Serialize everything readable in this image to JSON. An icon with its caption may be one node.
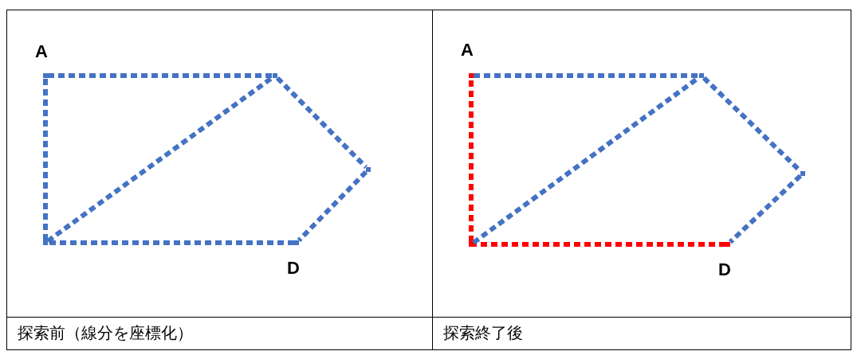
{
  "diagram": {
    "nodes": [
      {
        "text": [],
        "shape": "point",
        "beside": [
          "A"
        ]
      },
      {
        "text": [],
        "shape": "point"
      },
      {
        "text": [],
        "shape": "point"
      },
      {
        "text": [],
        "shape": "point",
        "beside": [
          "D"
        ]
      },
      {
        "text": [],
        "shape": "point"
      },
      {
        "text": [],
        "shape": "point",
        "beside": [
          "A"
        ]
      },
      {
        "text": [],
        "shape": "point"
      },
      {
        "text": [],
        "shape": "point"
      },
      {
        "text": [],
        "shape": "point",
        "beside": [
          "D"
        ]
      },
      {
        "text": [],
        "shape": "point"
      }
    ],
    "edges": [
      {
        "from": 0,
        "to": 1,
        "arrow": "none",
        "style": "dashed"
      },
      {
        "from": 1,
        "to": 2,
        "arrow": "none",
        "style": "dashed"
      },
      {
        "from": 2,
        "to": 3,
        "arrow": "none",
        "style": "dashed"
      },
      {
        "from": 3,
        "to": 4,
        "arrow": "none",
        "style": "dashed"
      },
      {
        "from": 4,
        "to": 0,
        "arrow": "none",
        "style": "dashed"
      },
      {
        "from": 4,
        "to": 1,
        "arrow": "none",
        "style": "dashed"
      },
      {
        "from": 5,
        "to": 6,
        "arrow": "none",
        "style": "dashed"
      },
      {
        "from": 6,
        "to": 7,
        "arrow": "none",
        "style": "dashed"
      },
      {
        "from": 7,
        "to": 8,
        "arrow": "none",
        "style": "dashed"
      },
      {
        "from": 8,
        "to": 9,
        "arrow": "none",
        "style": "dashed",
        "color": "#ff0000"
      },
      {
        "from": 9,
        "to": 5,
        "arrow": "none",
        "style": "dashed",
        "color": "#ff0000"
      },
      {
        "from": 9,
        "to": 6,
        "arrow": "none",
        "style": "dashed"
      }
    ],
    "labels": [
      "探索前（線分を座標化）",
      "探索終了後"
    ]
  }
}
